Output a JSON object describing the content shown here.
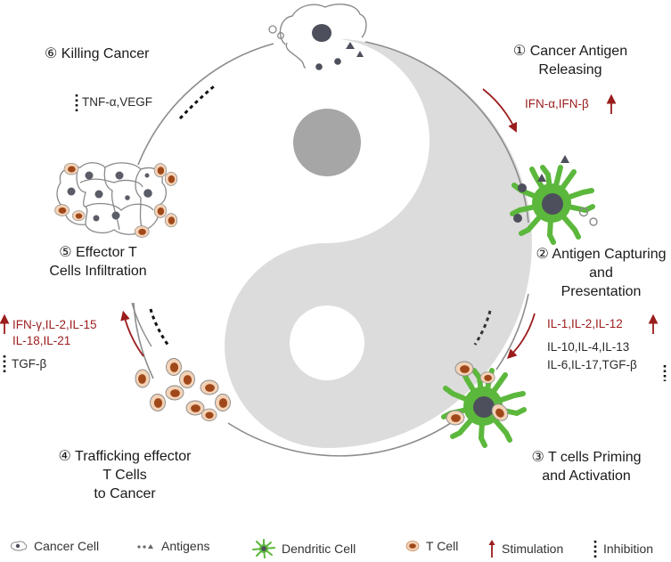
{
  "steps": [
    {
      "id": 1,
      "number": "①",
      "line1": "Cancer Antigen",
      "line2": "Releasing"
    },
    {
      "id": 2,
      "number": "②",
      "line1": "Antigen Capturing",
      "line2": "and",
      "line3": "Presentation"
    },
    {
      "id": 3,
      "number": "③",
      "line1": "T cells Priming",
      "line2": "and Activation"
    },
    {
      "id": 4,
      "number": "④",
      "line1": "Trafficking effector",
      "line2": "T Cells",
      "line3": "to Cancer"
    },
    {
      "id": 5,
      "number": "⑤",
      "line1": "Effector T",
      "line2": "Cells Infiltration"
    },
    {
      "id": 6,
      "number": "⑥",
      "line1": "Killing  Cancer"
    }
  ],
  "cytokines": {
    "step1_stimulation": "IFN-α,IFN-β",
    "step2_stimulation": "IL-1,IL-2,IL-12",
    "step2_inhibition_line1": "IL-10,IL-4,IL-13",
    "step2_inhibition_line2": "IL-6,IL-17,TGF-β",
    "step4_stimulation_line1": "IFN-γ,IL-2,IL-15",
    "step4_stimulation_line2": "IL-18,IL-21",
    "step4_inhibition": "TGF-β",
    "step6_inhibition": "TNF-α,VEGF"
  },
  "legend": [
    {
      "icon": "cancer-cell-icon",
      "label": "Cancer Cell"
    },
    {
      "icon": "antigens-icon",
      "label": "Antigens"
    },
    {
      "icon": "dendritic-cell-icon",
      "label": "Dendritic Cell"
    },
    {
      "icon": "t-cell-icon",
      "label": "T Cell"
    },
    {
      "icon": "stimulation-arrow-icon",
      "label": "Stimulation"
    },
    {
      "icon": "inhibition-dots-icon",
      "label": "Inhibition"
    }
  ],
  "colors": {
    "stimulation": "#9b1c1c",
    "dendritic_cell": "#5cb83c",
    "t_cell_nucleus": "#a0481a",
    "t_cell_body": "#f3d2b6",
    "yin_gray": "#dcdcdc",
    "dot_gray": "#a6a6a6",
    "nucleus": "#4d4f5c"
  }
}
